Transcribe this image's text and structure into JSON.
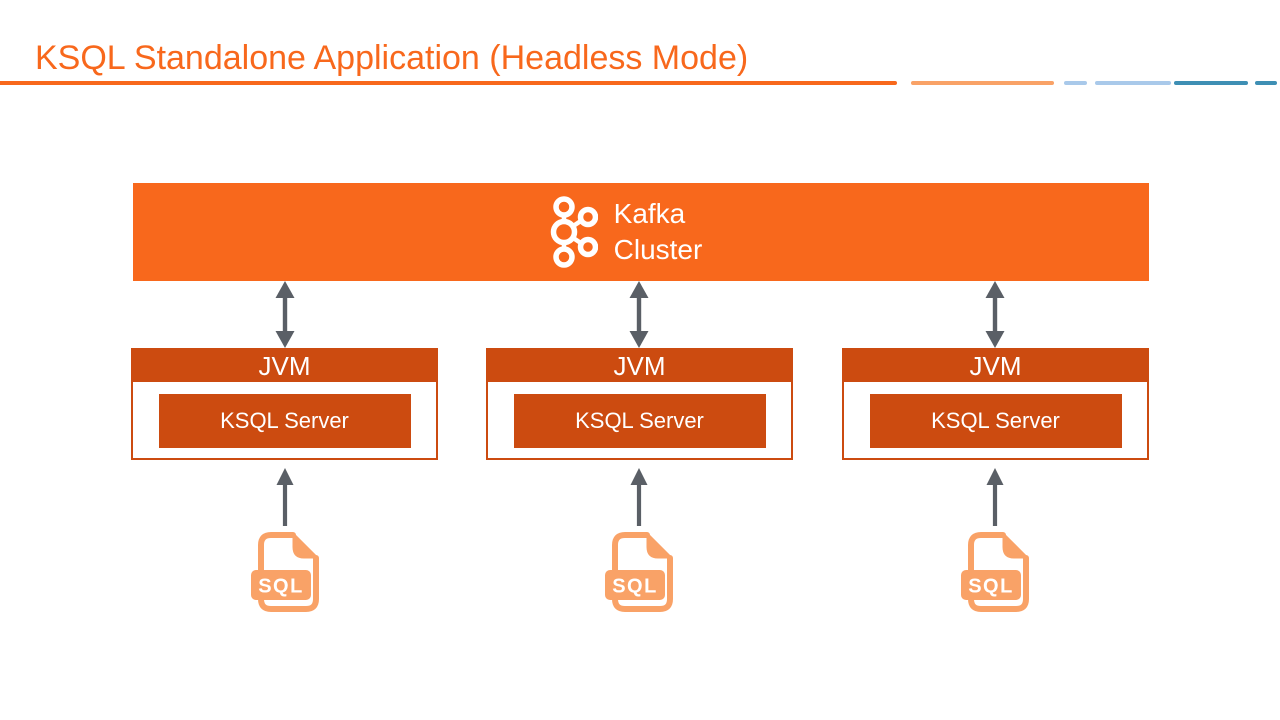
{
  "slide": {
    "title": "KSQL Standalone Application (Headless Mode)"
  },
  "colors": {
    "accent_orange": "#F8681C",
    "dark_orange": "#CC4B10",
    "light_orange": "#F9A267",
    "light_blue": "#A9C9EA",
    "teal": "#3E8FB4",
    "arrow_gray": "#5A5F66"
  },
  "kafka": {
    "label_line1": "Kafka",
    "label_line2": "Cluster"
  },
  "nodes": [
    {
      "jvm_label": "JVM",
      "server_label": "KSQL Server",
      "file_label": "SQL"
    },
    {
      "jvm_label": "JVM",
      "server_label": "KSQL Server",
      "file_label": "SQL"
    },
    {
      "jvm_label": "JVM",
      "server_label": "KSQL Server",
      "file_label": "SQL"
    }
  ]
}
